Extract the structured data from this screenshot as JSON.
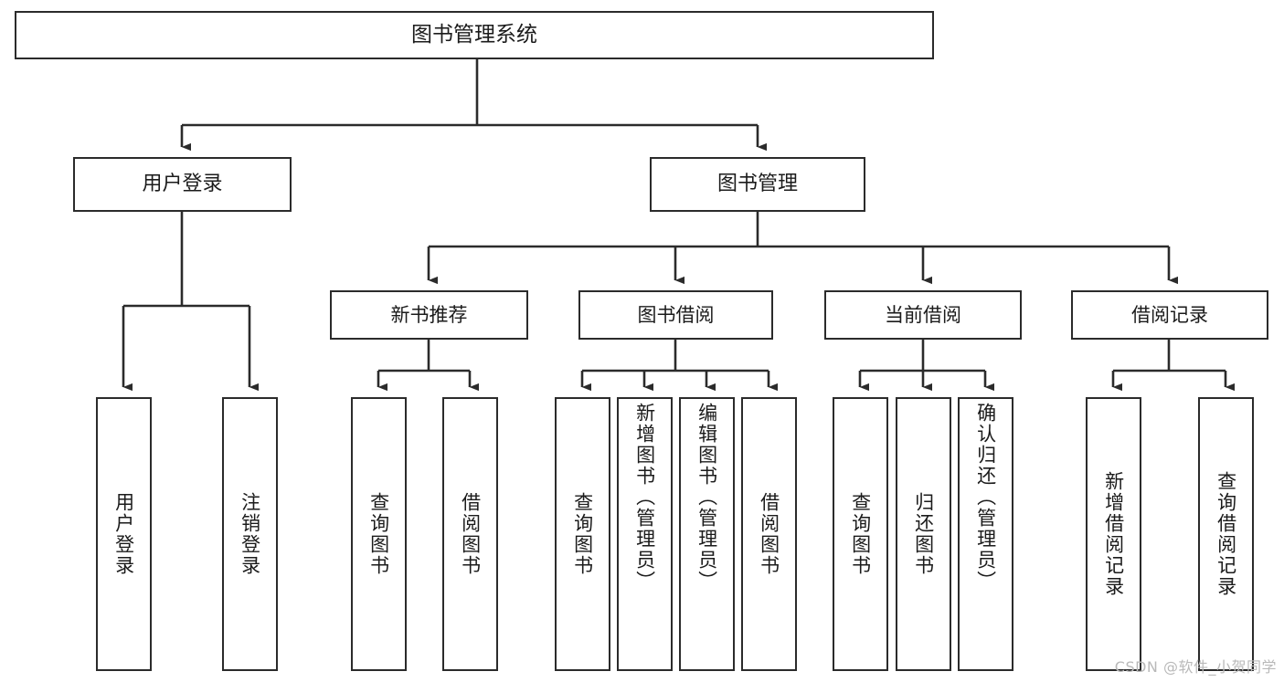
{
  "diagram": {
    "type": "tree",
    "title": "图书管理系统",
    "orientation": "top-down",
    "line_color": "#2b2b2b",
    "box_fill": "#ffffff",
    "text_color": "#1b1b1b"
  },
  "root": {
    "label": "图书管理系统"
  },
  "level1": [
    {
      "label": "用户登录"
    },
    {
      "label": "图书管理"
    }
  ],
  "level2": [
    {
      "label": "新书推荐"
    },
    {
      "label": "图书借阅"
    },
    {
      "label": "当前借阅"
    },
    {
      "label": "借阅记录"
    }
  ],
  "leaves": {
    "user_login": [
      {
        "label": "用户登录"
      },
      {
        "label": "注销登录"
      }
    ],
    "new_book_recommend": [
      {
        "label": "查询图书"
      },
      {
        "label": "借阅图书"
      }
    ],
    "book_borrow": [
      {
        "label": "查询图书"
      },
      {
        "label": "新增图书（管理员）"
      },
      {
        "label": "编辑图书（管理员）"
      },
      {
        "label": "借阅图书"
      }
    ],
    "current_borrow": [
      {
        "label": "查询图书"
      },
      {
        "label": "归还图书"
      },
      {
        "label": "确认归还（管理员）"
      }
    ],
    "borrow_record": [
      {
        "label": "新增借阅记录"
      },
      {
        "label": "查询借阅记录"
      }
    ]
  },
  "watermark": {
    "text": "CSDN @软件_小贺同学"
  }
}
